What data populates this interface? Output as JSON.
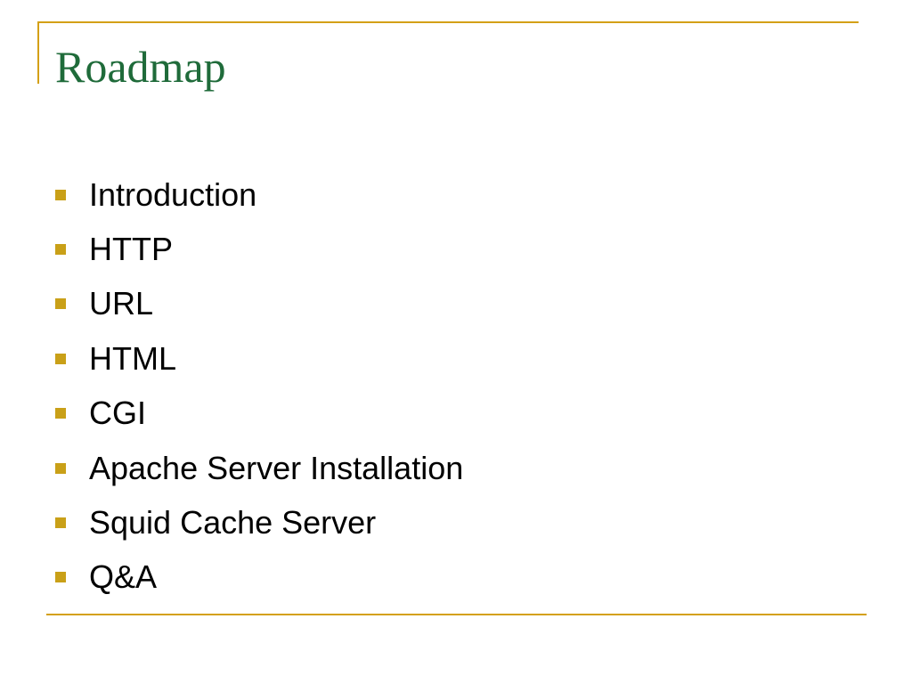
{
  "slide": {
    "title": "Roadmap",
    "bullets": [
      "Introduction",
      "HTTP",
      "URL",
      "HTML",
      "CGI",
      "Apache Server Installation",
      "Squid Cache Server",
      "Q&A"
    ]
  },
  "colors": {
    "title": "#1f6b3a",
    "accent_lines": "#d4a017",
    "bullet_marker": "#c9a018",
    "text": "#000000",
    "background": "#ffffff"
  },
  "icons": {
    "bullet_marker": "square-bullet-icon"
  }
}
